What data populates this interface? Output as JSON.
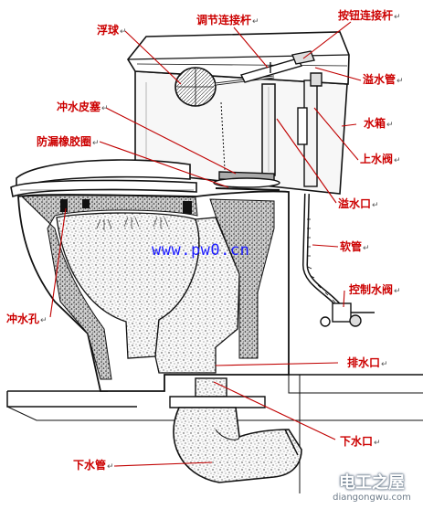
{
  "labels": {
    "float_ball": "浮球",
    "adjust_lever": "调节连接杆",
    "button_lever": "按钮连接杆",
    "overflow_pipe": "溢水管",
    "flush_flapper": "冲水皮塞",
    "tank": "水箱",
    "leak_gasket": "防漏橡胶圈",
    "inlet_valve": "上水阀",
    "overflow_port": "溢水口",
    "hose": "软管",
    "control_valve": "控制水阀",
    "flush_hole": "冲水孔",
    "drain_outlet": "排水口",
    "lower_outlet": "下水口",
    "drain_pipe": "下水管"
  },
  "mark": "↵",
  "watermark": "www.pw0.cn",
  "logo": {
    "title": "电工之屋",
    "url": "diangongwu.com"
  },
  "colors": {
    "label": "#cc0000",
    "leader": "#c00000",
    "watermark": "#1a1aff",
    "line": "#111111"
  }
}
